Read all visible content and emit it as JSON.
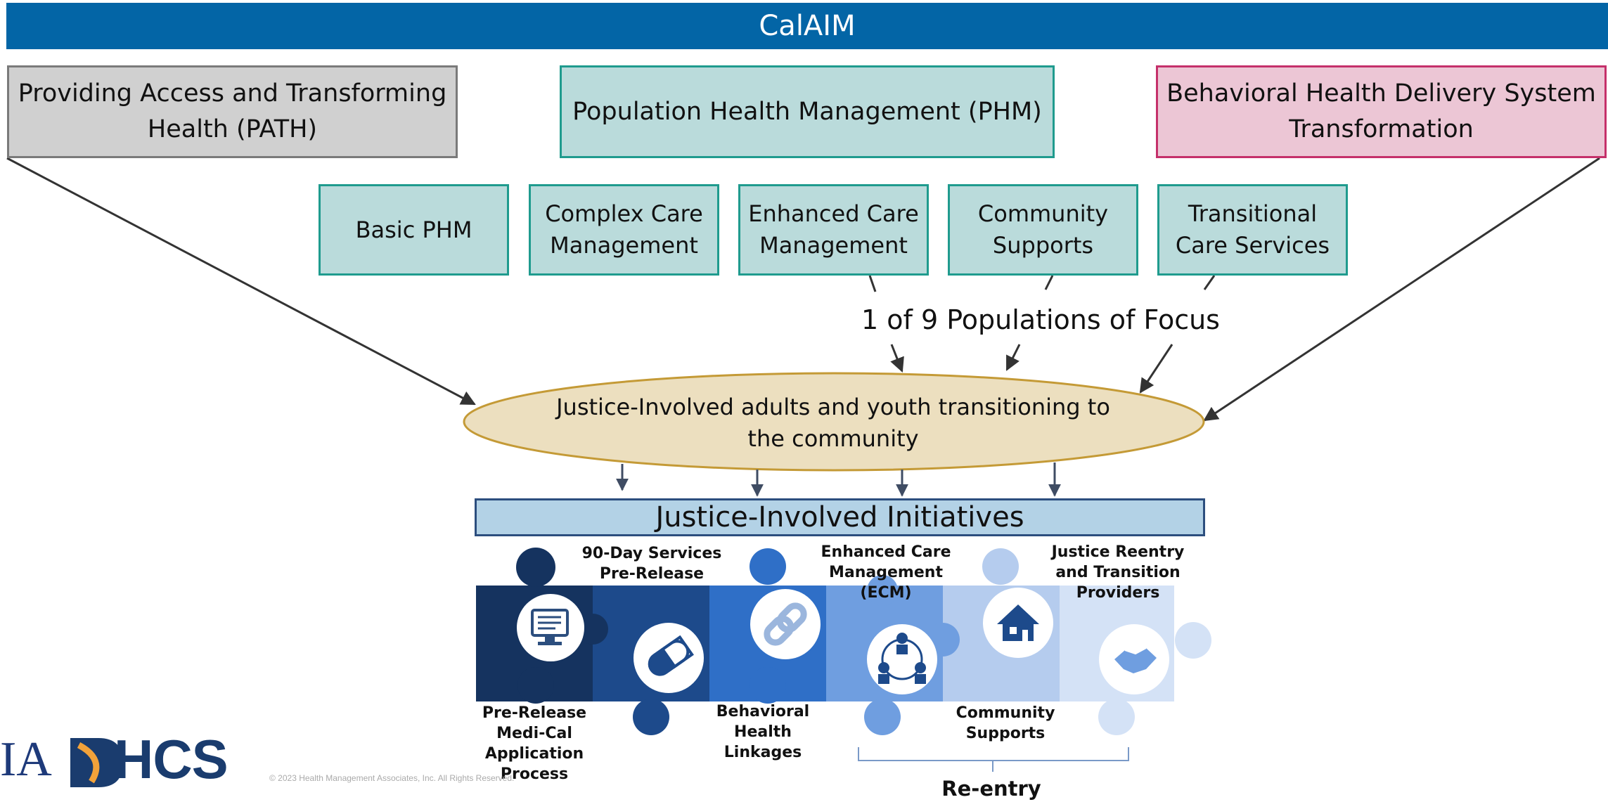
{
  "header": {
    "title": "CalAIM"
  },
  "top_boxes": {
    "path": "Providing Access and Transforming Health (PATH)",
    "phm": "Population Health Management (PHM)",
    "behavioral": "Behavioral Health Delivery System Transformation"
  },
  "phm_components": [
    {
      "label": "Basic PHM"
    },
    {
      "label": "Complex Care Management"
    },
    {
      "label": "Enhanced Care Management"
    },
    {
      "label": "Community Supports"
    },
    {
      "label": "Transitional Care Services"
    }
  ],
  "populations_label": "1 of 9 Populations of Focus",
  "focus_population": "Justice-Involved adults and youth transitioning to the community",
  "initiatives": {
    "title": "Justice-Involved Initiatives",
    "pieces": [
      {
        "label": "Pre-Release Medi-Cal Application Process",
        "icon": "application-computer-icon",
        "color": "#15335f"
      },
      {
        "label": "90-Day Services Pre-Release",
        "icon": "pill-icon",
        "color": "#1d4a8b"
      },
      {
        "label": "Behavioral Health Linkages",
        "icon": "link-chain-icon",
        "color": "#2f6fc7"
      },
      {
        "label": "Enhanced Care Management (ECM)",
        "icon": "care-team-icon",
        "color": "#6f9ee0"
      },
      {
        "label": "Community Supports",
        "icon": "house-icon",
        "color": "#b5ccee"
      },
      {
        "label": "Justice Reentry and Transition Providers",
        "icon": "handshake-icon",
        "color": "#d4e2f6"
      }
    ],
    "bracket_label": "Re-entry"
  },
  "footer": {
    "copyright": "© 2023 Health Management Associates, Inc. All Rights Reserved.",
    "logo_hma": "IA",
    "logo_dhcs": "HCS"
  }
}
